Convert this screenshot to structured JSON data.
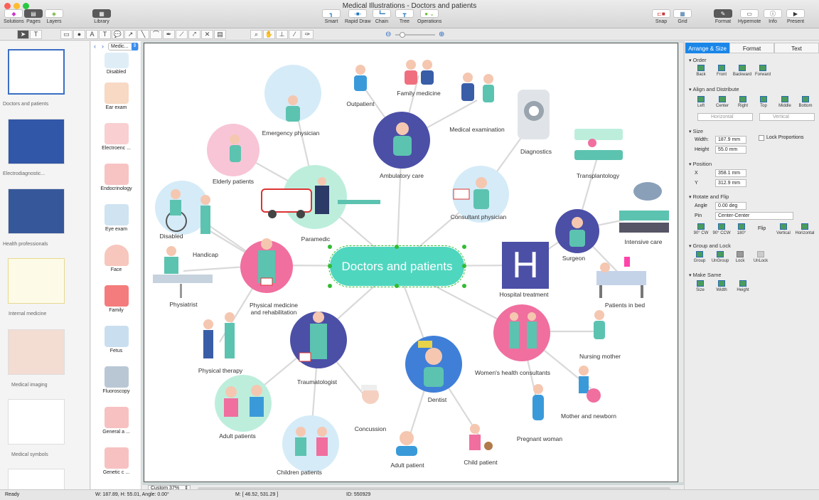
{
  "window": {
    "title": "Medical Illustrations - Doctors and patients"
  },
  "toolbar": {
    "solutions": "Solutions",
    "pages": "Pages",
    "layers": "Layers",
    "library": "Library",
    "smart": "Smart",
    "rapid_draw": "Rapid Draw",
    "chain": "Chain",
    "tree": "Tree",
    "operations": "Operations",
    "snap": "Snap",
    "grid": "Grid",
    "format": "Format",
    "hypernote": "Hypernote",
    "info": "Info",
    "present": "Present"
  },
  "pages": [
    "Doctors and patients",
    "Electrodiagnostic...",
    "Health professionals",
    "Internal medicine",
    "Medical imaging",
    "Medical symbols"
  ],
  "library": {
    "selector": "Medic...",
    "items": [
      "Disabled",
      "Ear exam",
      "Electroenc ...",
      "Endocrinology",
      "Eye exam",
      "Face",
      "Family",
      "Fetus",
      "Fluoroscopy",
      "General a ...",
      "Genetic c ..."
    ]
  },
  "diagram": {
    "center": "Doctors and patients",
    "hospital_letter": "H",
    "nodes": {
      "emergency": "Emergency physician",
      "outpatient": "Outpatient",
      "family": "Family medicine",
      "ambulatory": "Ambulatory care",
      "exam": "Medical examination",
      "diagnostics": "Diagnostics",
      "transplant": "Transplantology",
      "elderly": "Elderly patients",
      "paramedic": "Paramedic",
      "consultant": "Consultant physician",
      "intensive": "Intensive care",
      "disabled": "Disabled",
      "handicap": "Handicap",
      "surgeon": "Surgeon",
      "hospital": "Hospital treatment",
      "physmed": "Physical medicine\nand rehabilitation",
      "physiatrist": "Physiatrist",
      "bed": "Patients in bed",
      "therapy": "Physical therapy",
      "trauma": "Traumatologist",
      "dentist": "Dentist",
      "women": "Women's health consultants",
      "nursing": "Nursing mother",
      "newborn": "Mother and newborn",
      "pregnant": "Pregnant woman",
      "adults": "Adult patients",
      "children": "Children patients",
      "concussion": "Concussion",
      "adult": "Adult patient",
      "child": "Child patient"
    }
  },
  "zoom": "Custom 37%",
  "panel": {
    "tabs": [
      "Arrange & Size",
      "Format",
      "Text"
    ],
    "order": {
      "title": "Order",
      "buttons": [
        "Back",
        "Front",
        "Backward",
        "Forward"
      ]
    },
    "align": {
      "title": "Align and Distribute",
      "buttons": [
        "Left",
        "Center",
        "Right",
        "Top",
        "Middle",
        "Bottom"
      ],
      "horizontal": "Horizontal",
      "vertical": "Vertical"
    },
    "size": {
      "title": "Size",
      "width_label": "Width:",
      "width": "187.9 mm",
      "height_label": "Height",
      "height": "55.0 mm",
      "lock": "Lock Proportions"
    },
    "position": {
      "title": "Position",
      "x_label": "X",
      "x": "358.1 mm",
      "y_label": "Y",
      "y": "312.9 mm"
    },
    "rotate": {
      "title": "Rotate and Flip",
      "angle_label": "Angle",
      "angle": "0.00 deg",
      "pin_label": "Pin",
      "pin": "Center-Center",
      "buttons": [
        "90° CW",
        "90° CCW",
        "180°"
      ],
      "flip": "Flip",
      "flip_buttons": [
        "Vertical",
        "Horizontal"
      ]
    },
    "group": {
      "title": "Group and Lock",
      "buttons": [
        "Group",
        "UnGroup",
        "Lock",
        "UnLock"
      ]
    },
    "same": {
      "title": "Make Same",
      "buttons": [
        "Size",
        "Width",
        "Height"
      ]
    }
  },
  "status": {
    "ready": "Ready",
    "dims": "W: 187.89,  H: 55.01,  Angle: 0.00°",
    "mouse": "M: [ 46.52, 531.29 ]",
    "id": "ID: 550929"
  },
  "colors": {
    "teal": "#4fd6bf",
    "navy": "#4b4fa6",
    "pink": "#f06f9f",
    "lightblue": "#d5ebf8",
    "mint": "#bdeedc",
    "lightpink": "#f8c5d6"
  }
}
